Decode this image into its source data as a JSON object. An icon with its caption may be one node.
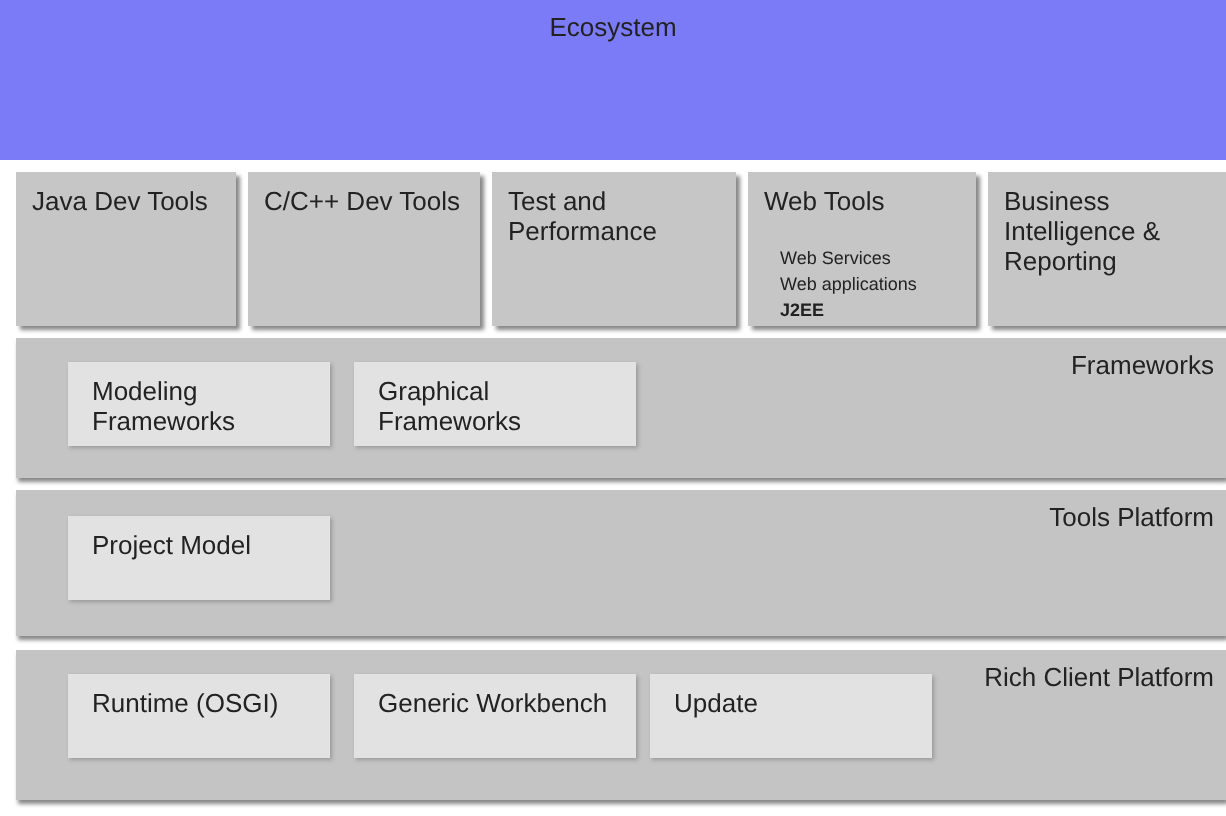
{
  "diagram": {
    "nodes": [
      {
        "text": [
          "Ecosystem"
        ]
      },
      {
        "text": [
          "Java Dev Tools"
        ]
      },
      {
        "text": [
          "C/C++ Dev Tools"
        ]
      },
      {
        "text": [
          "Test and Performance"
        ]
      },
      {
        "text": [
          "Web Tools",
          "Web Services",
          "Web applications",
          "J2EE"
        ]
      },
      {
        "text": [
          "Business Intelligence & Reporting"
        ]
      },
      {
        "text": [
          "Frameworks"
        ]
      },
      {
        "text": [
          "Modeling Frameworks"
        ],
        "in": 6
      },
      {
        "text": [
          "Graphical Frameworks"
        ],
        "in": 6
      },
      {
        "text": [
          "Tools Platform"
        ]
      },
      {
        "text": [
          "Project Model"
        ],
        "in": 9
      },
      {
        "text": [
          "Rich Client Platform"
        ]
      },
      {
        "text": [
          "Runtime (OSGI)"
        ],
        "in": 11
      },
      {
        "text": [
          "Generic Workbench"
        ],
        "in": 11
      },
      {
        "text": [
          "Update"
        ],
        "in": 11
      }
    ]
  }
}
